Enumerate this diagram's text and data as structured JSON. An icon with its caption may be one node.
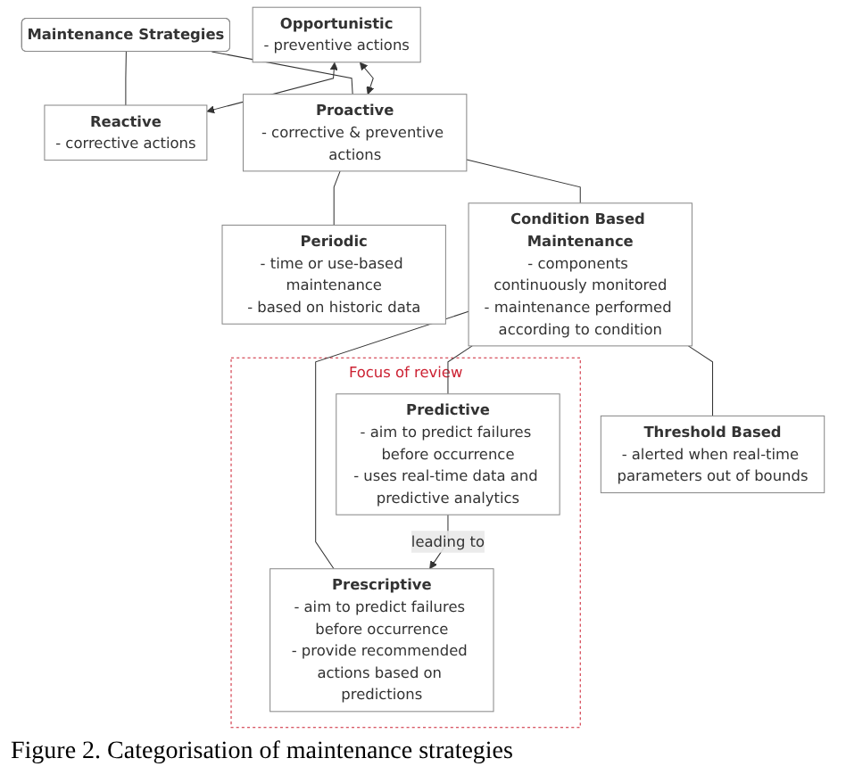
{
  "diagram": {
    "caption": "Figure 2. Categorisation of maintenance strategies",
    "nodes": [
      {
        "text": [
          "Maintenance Strategies"
        ]
      },
      {
        "text": [
          "Reactive",
          "- corrective actions"
        ]
      },
      {
        "text": [
          "Opportunistic",
          "- preventive actions"
        ]
      },
      {
        "text": [
          "Proactive",
          "- corrective & preventive actions"
        ]
      },
      {
        "text": [
          "Periodic",
          "- time or use-based maintenance",
          "- based on historic data"
        ]
      },
      {
        "text": [
          "Condition Based Maintenance",
          "- components continuously monitored",
          "- maintenance performed according to condition"
        ]
      },
      {
        "text": [
          "Threshold Based",
          "- alerted when real-time parameters out of bounds"
        ]
      },
      {
        "text": [
          "Focus of review"
        ]
      },
      {
        "text": [
          "Predictive",
          "- aim to predict failures before occurrence",
          "- uses real-time data and predictive analytics"
        ],
        "in": 7
      },
      {
        "text": [
          "Prescriptive",
          "- aim to predict failures before occurrence",
          "- provide recommended actions based on predictions"
        ],
        "in": 7
      }
    ],
    "edges": [
      {
        "from": 0,
        "to": 1,
        "arrow": "none"
      },
      {
        "from": 0,
        "to": 3,
        "arrow": "none"
      },
      {
        "from": 2,
        "to": 1,
        "arrow": "both"
      },
      {
        "from": 2,
        "to": 3,
        "arrow": "both"
      },
      {
        "from": 3,
        "to": 4,
        "arrow": "none"
      },
      {
        "from": 3,
        "to": 5,
        "arrow": "none"
      },
      {
        "from": 5,
        "to": 6,
        "arrow": "none"
      },
      {
        "from": 5,
        "to": 8,
        "arrow": "none"
      },
      {
        "from": 5,
        "to": 9,
        "arrow": "none"
      },
      {
        "from": 8,
        "to": 9,
        "arrow": "to",
        "label": "leading to"
      }
    ]
  }
}
